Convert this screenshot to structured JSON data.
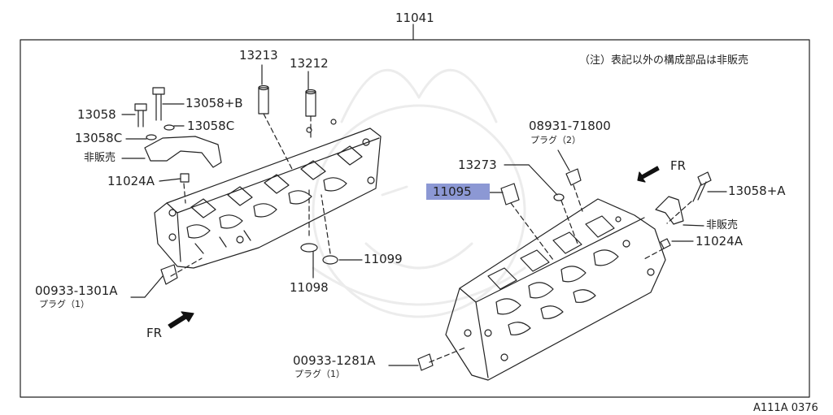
{
  "header": {
    "assembly": "11041"
  },
  "note": "（注）表記以外の構成部品は非販売",
  "figure_code": "A111A 0376",
  "callouts": {
    "p13213": "13213",
    "p13212": "13212",
    "p13058": "13058",
    "p13058b": "13058+B",
    "p13058c_left": "13058C",
    "p13058c_right": "13058C",
    "hihanbai_left": "非販売",
    "p11024a_left": "11024A",
    "plug_left_no": "00933-1301A",
    "plug_left_name": "プラグ（1）",
    "fr_left": "FR",
    "p11099": "11099",
    "p11098": "11098",
    "p08931": "08931-71800",
    "plug_top_name": "プラグ（2）",
    "p13273": "13273",
    "p11095": "11095",
    "fr_right": "FR",
    "p13058a": "13058+A",
    "hihanbai_right": "非販売",
    "p11024a_right": "11024A",
    "plug_bottom_no": "00933-1281A",
    "plug_bottom_name": "プラグ（1）"
  },
  "colors": {
    "highlight": "#8c98d4",
    "line": "#222222"
  }
}
